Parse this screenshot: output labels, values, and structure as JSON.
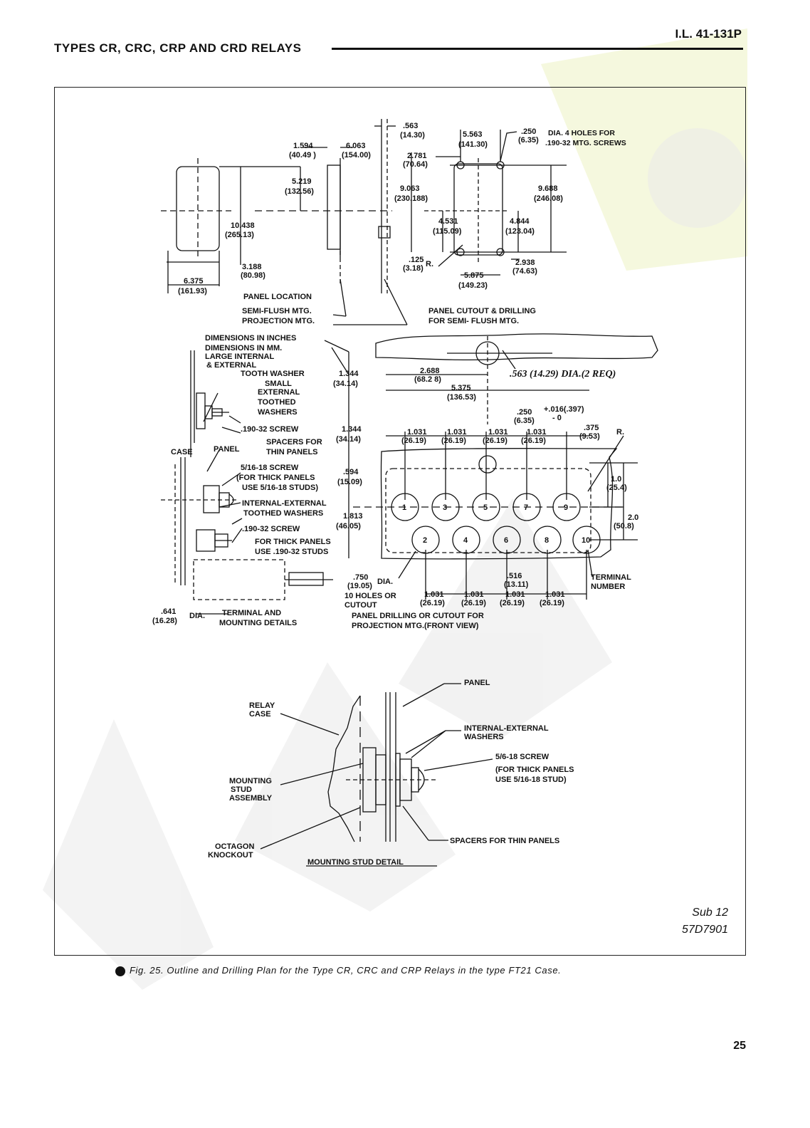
{
  "header": {
    "title": "TYPES CR, CRC, CRP AND CRD RELAYS",
    "doc_id": "I.L. 41-131P"
  },
  "figure": {
    "caption": "Fig. 25. Outline and Drilling Plan for the Type CR, CRC and CRP Relays in the type FT21 Case.",
    "sub": "Sub 12",
    "drawing_no": "57D7901",
    "labels": {
      "panel_location": "PANEL LOCATION",
      "semi_flush": "SEMI-FLUSH MTG.",
      "projection": "PROJECTION MTG.",
      "cutout_title_1": "PANEL CUTOUT & DRILLING",
      "cutout_title_2": "FOR SEMI- FLUSH MTG.",
      "four_holes": "DIA. 4 HOLES FOR",
      "four_holes_2": ".190-32 MTG. SCREWS",
      "dims_inches": "DIMENSIONS IN INCHES",
      "dims_mm": "DIMENSIONS IN MM.",
      "large_washer_1": "LARGE INTERNAL",
      "large_washer_2": "& EXTERNAL",
      "large_washer_3": "TOOTH WASHER",
      "small_washer_1": "SMALL",
      "small_washer_2": "EXTERNAL",
      "small_washer_3": "TOOTHED",
      "small_washer_4": "WASHERS",
      "screw_190": ".190-32 SCREW",
      "case": "CASE",
      "panel": "PANEL",
      "spacers_1": "SPACERS FOR",
      "spacers_2": "THIN PANELS",
      "screw_516_1": "5/16-18 SCREW",
      "screw_516_2": "(FOR THICK PANELS",
      "screw_516_3": "USE 5/16-18 STUDS)",
      "ie_washers_1": "INTERNAL-EXTERNAL",
      "ie_washers_2": "TOOTHED WASHERS",
      "screw_190b": ".190-32 SCREW",
      "thick_1": "FOR THICK PANELS",
      "thick_2": "USE .190-32 STUDS",
      "terminal_1": "TERMINAL AND",
      "terminal_2": "MOUNTING DETAILS",
      "dia_641": ".641",
      "dia_641mm": "(16.28)",
      "dia": "DIA.",
      "holes_750": ".750",
      "holes_750mm": "(19.05)",
      "holes_10": "10 HOLES OR",
      "cutout": "CUTOUT",
      "proj_1": "PANEL DRILLING OR CUTOUT FOR",
      "proj_2": "PROJECTION MTG.(FRONT VIEW)",
      "terminal_number_1": "TERMINAL",
      "terminal_number_2": "NUMBER",
      "hw_note": ".563 (14.29) DIA.(2 REQ)",
      "detail_panel": "PANEL",
      "relay_case_1": "RELAY",
      "relay_case_2": "CASE",
      "detail_ie_1": "INTERNAL-EXTERNAL",
      "detail_ie_2": "WASHERS",
      "detail_screw_1": "5/6-18 SCREW",
      "detail_screw_2": "(FOR THICK PANELS",
      "detail_screw_3": "USE 5/16-18 STUD)",
      "stud_1": "MOUNTING",
      "stud_2": "STUD",
      "stud_3": "ASSEMBLY",
      "spacers_detail": "SPACERS FOR THIN PANELS",
      "octagon_1": "OCTAGON",
      "octagon_2": "KNOCKOUT",
      "detail_title": "MOUNTING STUD DETAIL"
    },
    "dims": {
      "d1594": "1.594",
      "d1594mm": "(40.49 )",
      "d6063": "6.063",
      "d6063mm": "(154.00)",
      "d563": ".563",
      "d563mm": "(14.30)",
      "d5219": "5.219",
      "d5219mm": "(132.56)",
      "d10438": "10.438",
      "d10438mm": "(265.13)",
      "d3188": "3.188",
      "d3188mm": "(80.98)",
      "d6375": "6.375",
      "d6375mm": "(161.93)",
      "d5563": "5.563",
      "d5563mm": "(141.30)",
      "d250": ".250",
      "d250mm": "(6.35)",
      "d2781": "2.781",
      "d2781mm": "(70.64)",
      "d9063": "9.063",
      "d9063mm": "(230.188)",
      "d9688": "9.688",
      "d9688mm": "(246.08)",
      "d4531": "4.531",
      "d4531mm": "(115.09)",
      "d4844": "4.844",
      "d4844mm": "(123.04)",
      "d125": ".125",
      "d125mm": "(3.18)",
      "r": "R.",
      "d2938": "2.938",
      "d2938mm": "(74.63)",
      "d5875": "5.875",
      "d5875mm": "(149.23)",
      "d1344a": "1.344",
      "d1344amm": "(34.14)",
      "d2688": "2.688",
      "d2688mm": "(68.2 8)",
      "d5375": "5.375",
      "d5375mm": "(136.53)",
      "d250b": ".250",
      "d250bmm": "(6.35)",
      "tol": "+.016(.397)",
      "tol0": "- 0",
      "d375": ".375",
      "d375mm": "(9.53)",
      "r2": "R.",
      "d1344b": "1.344",
      "d1344bmm": "(34.14)",
      "d1031": "1.031",
      "d1031mm": "(26.19)",
      "d594": ".594",
      "d594mm": "(15.09)",
      "d1813": "1.813",
      "d1813mm": "(46.05)",
      "d10": "1.0",
      "d10mm": "(25.4)",
      "d20": "2.0",
      "d20mm": "(50.8)",
      "d516": ".516",
      "d516mm": "(13.11)"
    },
    "terminals": [
      "1",
      "3",
      "5",
      "7",
      "9",
      "2",
      "4",
      "6",
      "8",
      "10"
    ]
  },
  "page_number": "25"
}
